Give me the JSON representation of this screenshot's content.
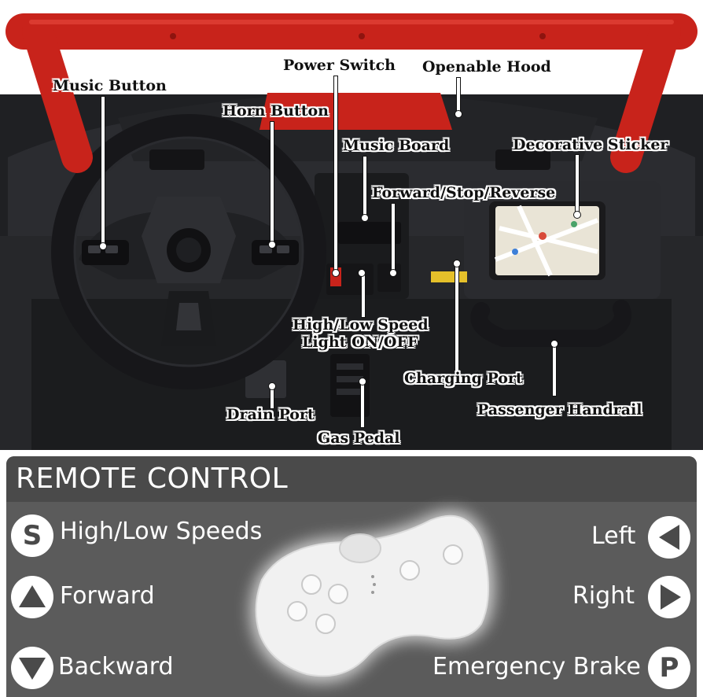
{
  "callouts": {
    "music_button": "Music Button",
    "power_switch": "Power Switch",
    "openable_hood": "Openable Hood",
    "horn_button": "Horn Button",
    "music_board": "Music Board",
    "decorative_sticker": "Decorative Sticker",
    "forward_stop_reverse": "Forward/Stop/Reverse",
    "high_low_speed": "High/Low Speed",
    "light_on_off": "Light ON/OFF",
    "charging_port": "Charging Port",
    "drain_port": "Drain Port",
    "passenger_handrail": "Passenger Handrail",
    "gas_pedal": "Gas Pedal"
  },
  "remote": {
    "title": "REMOTE CONTROL",
    "controls_left": [
      {
        "icon": "speed-s-icon",
        "glyph": "S",
        "label": "High/Low Speeds"
      },
      {
        "icon": "triangle-up-icon",
        "label": "Forward"
      },
      {
        "icon": "triangle-down-icon",
        "label": "Backward"
      }
    ],
    "controls_right": [
      {
        "icon": "triangle-left-icon",
        "label": "Left"
      },
      {
        "icon": "triangle-right-icon",
        "label": "Right"
      },
      {
        "icon": "parking-p-icon",
        "glyph": "P",
        "label": "Emergency Brake"
      }
    ]
  },
  "colors": {
    "roll_bar": "#d8261e",
    "dashboard": "#2a2b2e",
    "panel": "#5b5b5b",
    "panel_title": "#4a4a4a",
    "text_light": "#ffffff"
  }
}
